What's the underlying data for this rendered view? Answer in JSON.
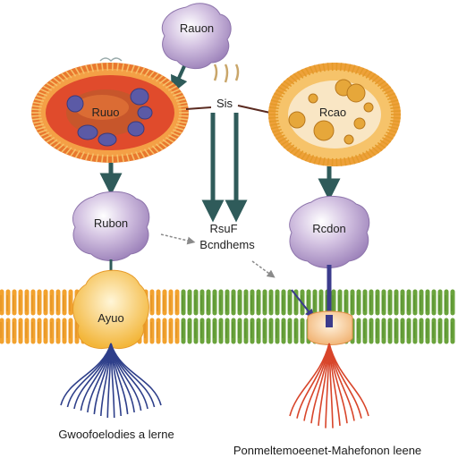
{
  "labels": {
    "top_protein": "Rauon",
    "left_cell": "Ruuo",
    "right_cell": "Rcao",
    "center_top": "Sis",
    "left_protein": "Rubon",
    "center_mid_1": "RsuF",
    "center_mid_2": "Bcndhems",
    "right_protein": "Rcdon",
    "left_channel": "Ayuo",
    "caption_left": "Gwoofoelodies a lerne",
    "caption_right": "Ponmeltemoeenet-Mahefonon leene"
  },
  "colors": {
    "protein": "#b9a2cf",
    "left_cell_outer": "#e8702a",
    "left_cell_inner": "#d9432a",
    "left_cell_nucleus": "#c65a28",
    "left_cell_granules": "#5a5aa8",
    "right_cell_outer": "#f0b44a",
    "right_cell_inner": "#f8e3b8",
    "right_cell_granules": "#e2a438",
    "arrow": "#2f5b5a",
    "membrane_orange": "#f2a22e",
    "membrane_green": "#6aa33c",
    "left_roots": "#2e3f8a",
    "right_roots": "#d8452a",
    "channel": "#f7c85a"
  },
  "icons": [
    "protein-icon",
    "cell-icon",
    "arrow-icon",
    "membrane-icon",
    "channel-icon",
    "root-icon"
  ]
}
